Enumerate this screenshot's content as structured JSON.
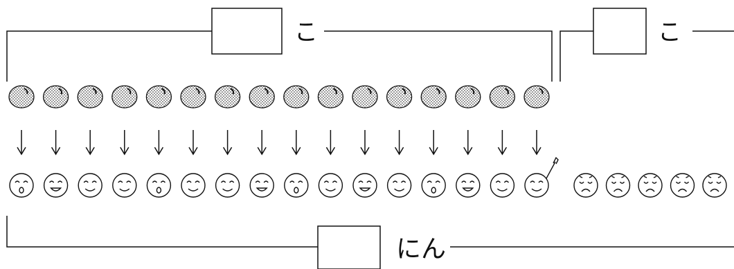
{
  "labels": {
    "top_left_suffix": "こ",
    "top_right_suffix": "こ",
    "bottom_suffix": "にん"
  },
  "row_counts": {
    "balls": 16,
    "arrows": 16,
    "happy_faces": 16,
    "sad_faces": 5
  },
  "colors": {
    "ink": "#111111",
    "ball_fill": "#bdbdbd",
    "background": "#ffffff"
  }
}
